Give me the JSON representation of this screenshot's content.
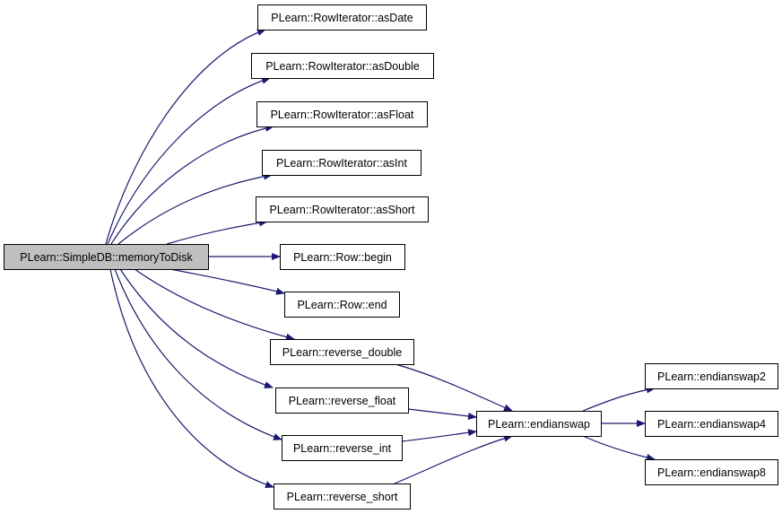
{
  "colors": {
    "edge": "#191970",
    "node_border": "#000000",
    "node_fill": "#ffffff",
    "root_fill": "#bfbfbf"
  },
  "nodes": [
    {
      "id": "root",
      "label": "PLearn::SimpleDB::memoryToDisk",
      "root": true
    },
    {
      "id": "asDate",
      "label": "PLearn::RowIterator::asDate"
    },
    {
      "id": "asDouble",
      "label": "PLearn::RowIterator::asDouble"
    },
    {
      "id": "asFloat",
      "label": "PLearn::RowIterator::asFloat"
    },
    {
      "id": "asInt",
      "label": "PLearn::RowIterator::asInt"
    },
    {
      "id": "asShort",
      "label": "PLearn::RowIterator::asShort"
    },
    {
      "id": "begin",
      "label": "PLearn::Row::begin"
    },
    {
      "id": "end",
      "label": "PLearn::Row::end"
    },
    {
      "id": "rdouble",
      "label": "PLearn::reverse_double"
    },
    {
      "id": "rfloat",
      "label": "PLearn::reverse_float"
    },
    {
      "id": "rint",
      "label": "PLearn::reverse_int"
    },
    {
      "id": "rshort",
      "label": "PLearn::reverse_short"
    },
    {
      "id": "eswap",
      "label": "PLearn::endianswap"
    },
    {
      "id": "eswap2",
      "label": "PLearn::endianswap2"
    },
    {
      "id": "eswap4",
      "label": "PLearn::endianswap4"
    },
    {
      "id": "eswap8",
      "label": "PLearn::endianswap8"
    }
  ],
  "edges": [
    {
      "from": "root",
      "to": "asDate"
    },
    {
      "from": "root",
      "to": "asDouble"
    },
    {
      "from": "root",
      "to": "asFloat"
    },
    {
      "from": "root",
      "to": "asInt"
    },
    {
      "from": "root",
      "to": "asShort"
    },
    {
      "from": "root",
      "to": "begin"
    },
    {
      "from": "root",
      "to": "end"
    },
    {
      "from": "root",
      "to": "rdouble"
    },
    {
      "from": "root",
      "to": "rfloat"
    },
    {
      "from": "root",
      "to": "rint"
    },
    {
      "from": "root",
      "to": "rshort"
    },
    {
      "from": "rdouble",
      "to": "eswap"
    },
    {
      "from": "rfloat",
      "to": "eswap"
    },
    {
      "from": "rint",
      "to": "eswap"
    },
    {
      "from": "rshort",
      "to": "eswap"
    },
    {
      "from": "eswap",
      "to": "eswap2"
    },
    {
      "from": "eswap",
      "to": "eswap4"
    },
    {
      "from": "eswap",
      "to": "eswap8"
    }
  ]
}
